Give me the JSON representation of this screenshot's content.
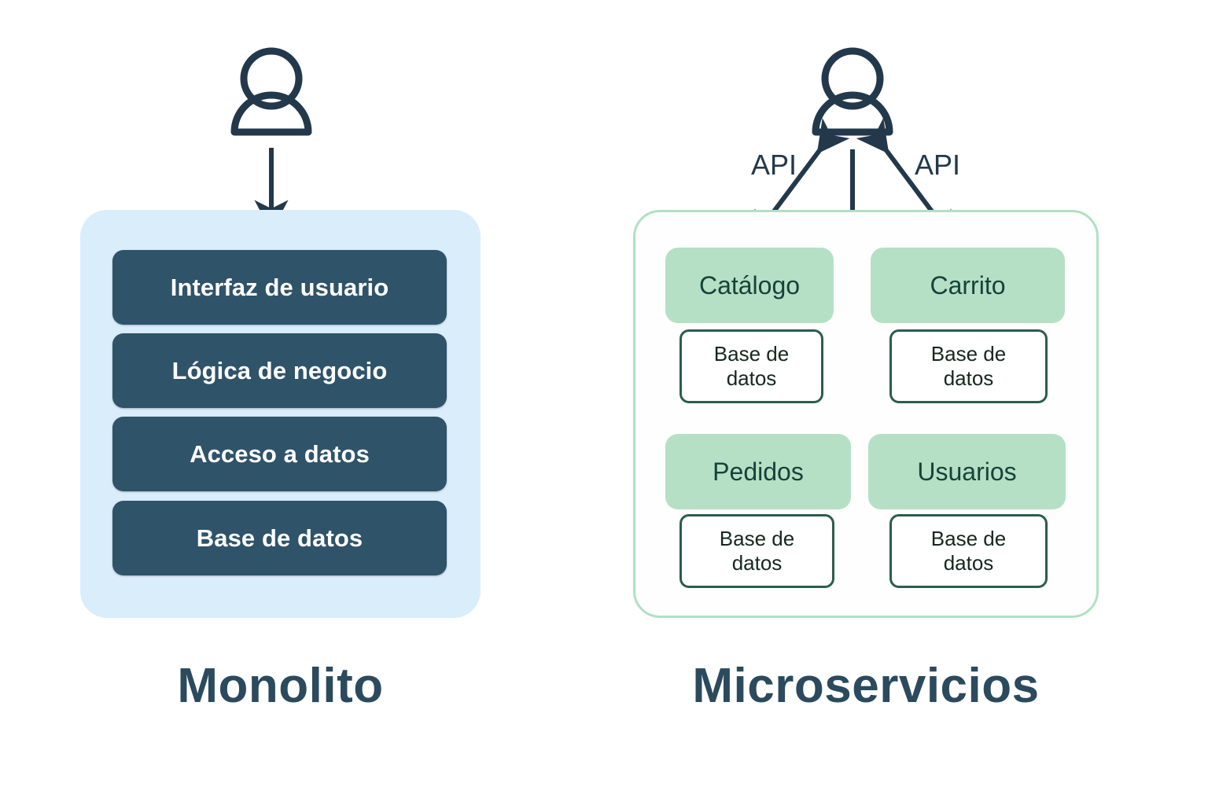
{
  "diagram": {
    "title_left": "Monolito",
    "title_right": "Microservicios",
    "colors": {
      "monolith_panel_bg": "#daedfb",
      "monolith_layer_bg": "#2f5369",
      "monolith_layer_text": "#ffffff",
      "microservices_panel_border": "#b3dfc4",
      "service_header_bg": "#b5e0c5",
      "service_header_text": "#17423a",
      "database_border": "#2c5d4c",
      "database_text": "#16271f",
      "arrow": "#23384b",
      "caption_text": "#2b4a5e"
    }
  },
  "monolith": {
    "actor_icon": "user-icon",
    "arrow_icon": "arrow-down-icon",
    "layers": [
      {
        "label": "Interfaz de usuario"
      },
      {
        "label": "Lógica de negocio"
      },
      {
        "label": "Acceso a datos"
      },
      {
        "label": "Base de datos"
      }
    ]
  },
  "microservices": {
    "actor_icon": "user-icon",
    "connector_icons": [
      "arrow-double-head-diagonal-left-icon",
      "arrow-down-icon",
      "arrow-double-head-diagonal-right-icon"
    ],
    "api_labels": [
      "API",
      "API"
    ],
    "services": [
      {
        "name": "Catálogo",
        "database": "Base de\ndatos"
      },
      {
        "name": "Carrito",
        "database": "Base de\ndatos"
      },
      {
        "name": "Pedidos",
        "database": "Base de\ndatos"
      },
      {
        "name": "Usuarios",
        "database": "Base de\ndatos"
      }
    ]
  }
}
